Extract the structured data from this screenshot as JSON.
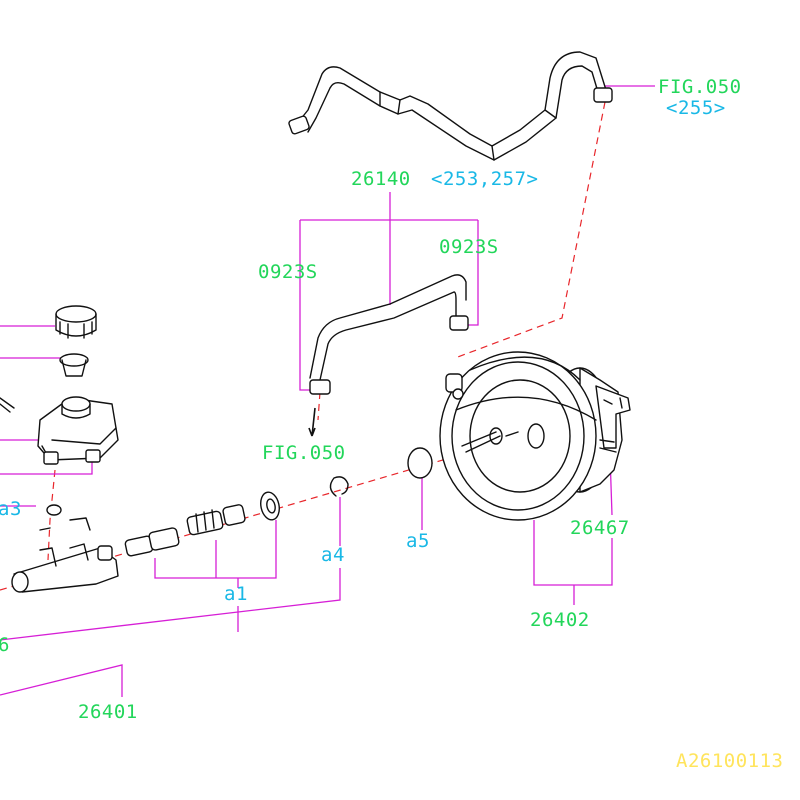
{
  "labels": {
    "fig050_top": "FIG.050",
    "ref_255": "<255>",
    "pn_26140": "26140",
    "ref_253_257": "<253,257>",
    "clamp_left": "0923S",
    "clamp_right": "0923S",
    "fig050_mid": "FIG.050",
    "a3": "a3",
    "a4": "a4",
    "a5": "a5",
    "a1": "a1",
    "pn_26467": "26467",
    "pn_26402": "26402",
    "pn_26401": "26401",
    "pn_partial": "6",
    "diagram_code": "A26100113"
  },
  "colors": {
    "part_number": "#22d65a",
    "reference": "#19b8e6",
    "leader_line": "#d61fd6",
    "axis_dash": "#e8262b",
    "diagram_code": "#ffe45c",
    "linework": "#111111"
  }
}
